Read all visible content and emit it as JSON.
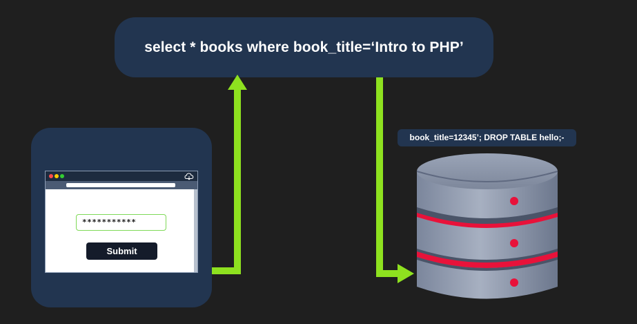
{
  "query": {
    "text": "select * books where book_title=‘Intro to PHP’"
  },
  "client_form": {
    "password_value": "***********",
    "submit_label": "Submit"
  },
  "payload": {
    "text": "book_title=12345’; DROP TABLE hello;-"
  },
  "colors": {
    "background": "#1f1f1f",
    "panel": "#223550",
    "arrow": "#8ee11f",
    "db_accent": "#e8123a",
    "db_body": "#8a94a8"
  },
  "icons": {
    "browser_cloud": "cloud-icon",
    "database": "database-icon"
  }
}
